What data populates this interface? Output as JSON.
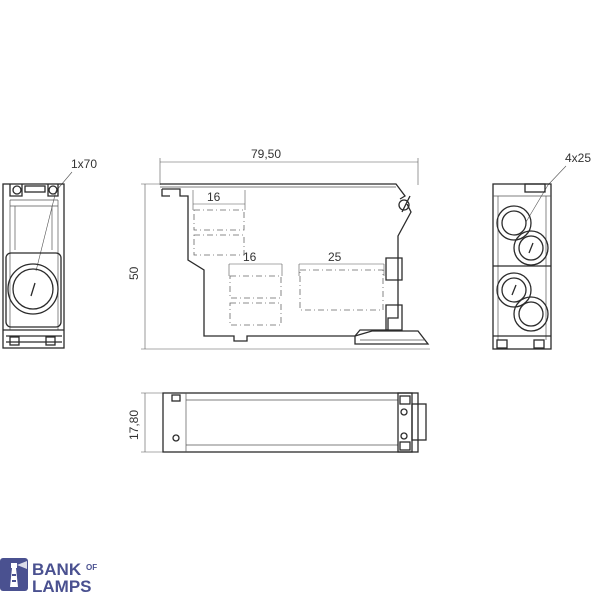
{
  "dimensions": {
    "width": "79,50",
    "height": "50",
    "depth": "17,80",
    "terminal_left": "16",
    "terminal_lower": "16",
    "terminal_right": "25",
    "left_view_callout": "1x70",
    "right_view_callout": "4x25"
  },
  "logo": {
    "line1": "BANK",
    "of": "OF",
    "line2": "LAMPS",
    "color": "#4a5190"
  }
}
